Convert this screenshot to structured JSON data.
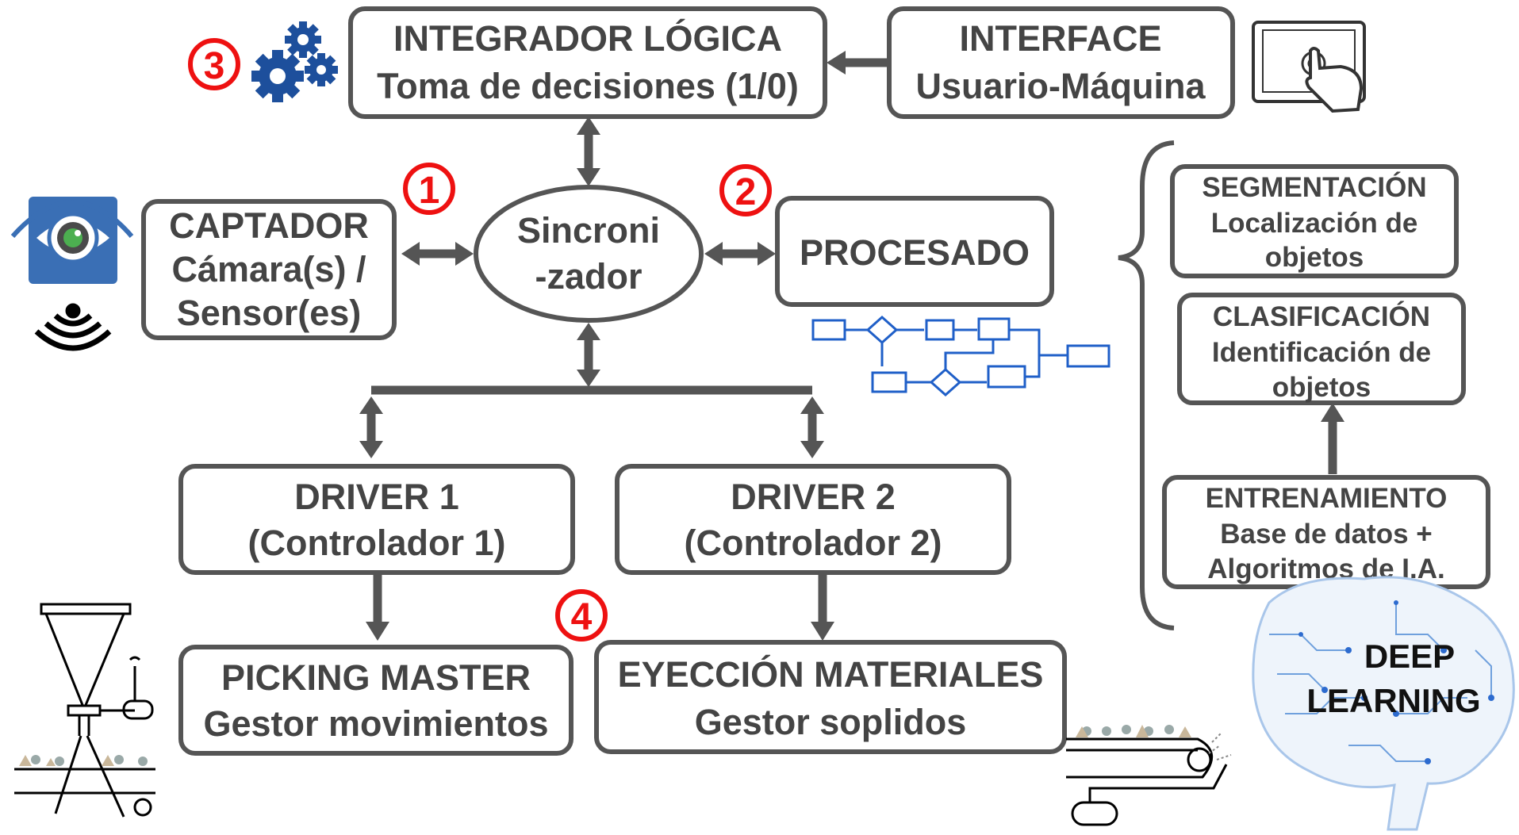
{
  "nodes": {
    "integrador": {
      "line1": "INTEGRADOR LÓGICA",
      "line2": "Toma de decisiones (1/0)"
    },
    "interface": {
      "line1": "INTERFACE",
      "line2": "Usuario-Máquina"
    },
    "captador": {
      "line1": "CAPTADOR",
      "line2": "Cámara(s) /",
      "line3": "Sensor(es)"
    },
    "sincronizador": {
      "line1": "Sincroni",
      "line2": "-zador"
    },
    "procesado": {
      "line1": "PROCESADO"
    },
    "driver1": {
      "line1": "DRIVER 1",
      "line2": "(Controlador 1)"
    },
    "driver2": {
      "line1": "DRIVER 2",
      "line2": "(Controlador 2)"
    },
    "picking": {
      "line1": "PICKING MASTER",
      "line2": "Gestor movimientos"
    },
    "eyeccion": {
      "line1": "EYECCIÓN MATERIALES",
      "line2": "Gestor soplidos"
    },
    "segmentacion": {
      "line1": "SEGMENTACIÓN",
      "line2": "Localización de",
      "line3": "objetos"
    },
    "clasificacion": {
      "line1": "CLASIFICACIÓN",
      "line2": "Identificación de",
      "line3": "objetos"
    },
    "entrenamiento": {
      "line1": "ENTRENAMIENTO",
      "line2": "Base de datos +",
      "line3": "Algoritmos de I.A."
    }
  },
  "markers": {
    "m1": "1",
    "m2": "2",
    "m3": "3",
    "m4": "4"
  },
  "deep_learning": {
    "line1": "DEEP",
    "line2": "LEARNING"
  },
  "icons": [
    "gears-icon",
    "touchscreen-hand-icon",
    "camera-eye-icon",
    "wireless-sensor-icon",
    "flowchart-icon",
    "picking-robot-icon",
    "air-ejector-conveyor-icon",
    "brain-circuit-icon"
  ],
  "colors": {
    "box_stroke": "#555555",
    "text": "#444444",
    "marker_red": "#ee1111",
    "flow_blue": "#1f5fc8",
    "gear_blue": "#1d4f9c",
    "eye_blue": "#3a6fb5"
  }
}
